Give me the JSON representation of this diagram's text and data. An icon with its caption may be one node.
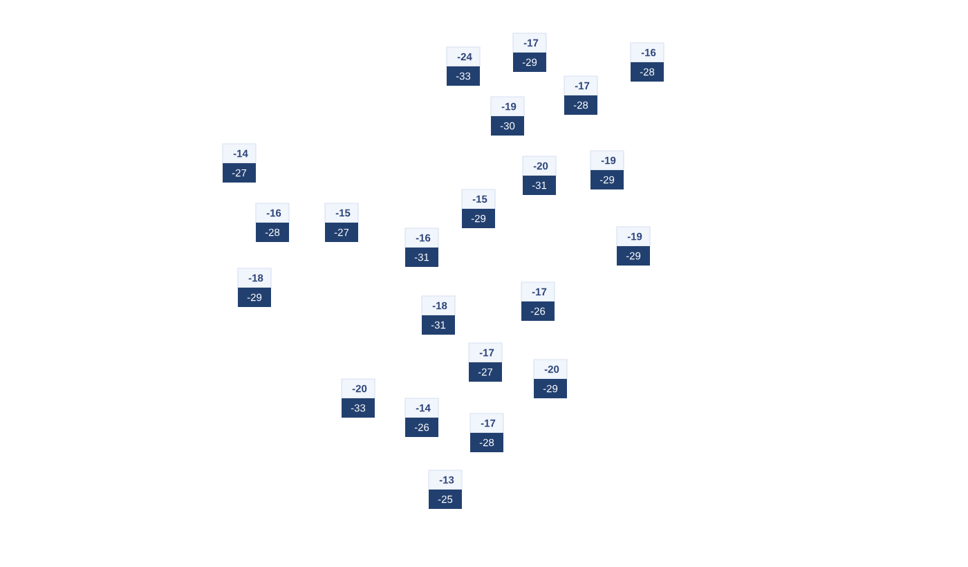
{
  "diagram": {
    "nodes": [
      {
        "text": [
          "-17",
          "-29"
        ]
      },
      {
        "text": [
          "-16",
          "-28"
        ]
      },
      {
        "text": [
          "-24",
          "-33"
        ]
      },
      {
        "text": [
          "-17",
          "-28"
        ]
      },
      {
        "text": [
          "-19",
          "-30"
        ]
      },
      {
        "text": [
          "-14",
          "-27"
        ]
      },
      {
        "text": [
          "-19",
          "-29"
        ]
      },
      {
        "text": [
          "-20",
          "-31"
        ]
      },
      {
        "text": [
          "-15",
          "-29"
        ]
      },
      {
        "text": [
          "-16",
          "-28"
        ]
      },
      {
        "text": [
          "-15",
          "-27"
        ]
      },
      {
        "text": [
          "-19",
          "-29"
        ]
      },
      {
        "text": [
          "-16",
          "-31"
        ]
      },
      {
        "text": [
          "-18",
          "-29"
        ]
      },
      {
        "text": [
          "-17",
          "-26"
        ]
      },
      {
        "text": [
          "-18",
          "-31"
        ]
      },
      {
        "text": [
          "-17",
          "-27"
        ]
      },
      {
        "text": [
          "-20",
          "-29"
        ]
      },
      {
        "text": [
          "-20",
          "-33"
        ]
      },
      {
        "text": [
          "-14",
          "-26"
        ]
      },
      {
        "text": [
          "-17",
          "-28"
        ]
      },
      {
        "text": [
          "-13",
          "-25"
        ]
      }
    ]
  }
}
